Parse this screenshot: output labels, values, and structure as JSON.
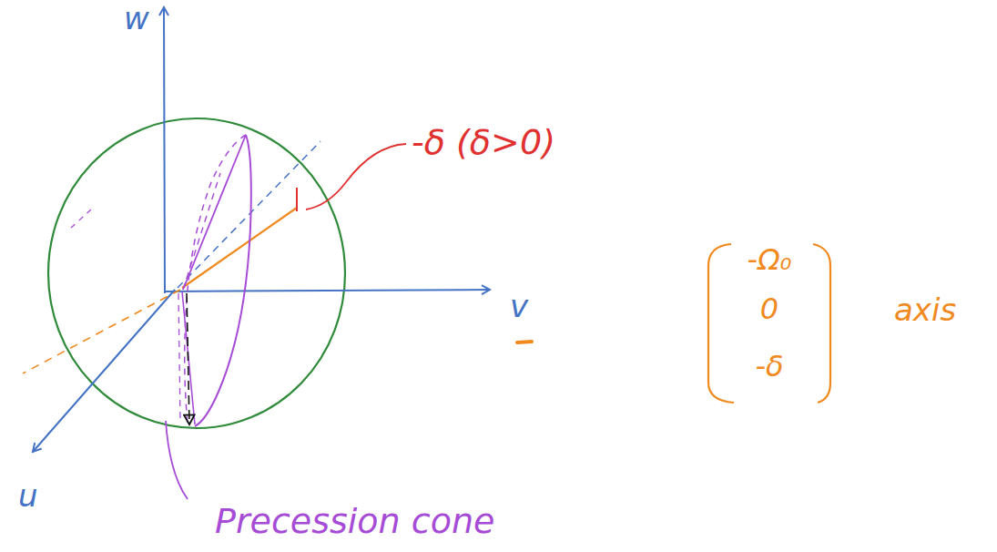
{
  "diagram": {
    "labels": [
      "w",
      "v",
      "u",
      "-δ (δ>0)",
      "-Ω₀",
      "0",
      "-δ",
      "axis",
      "Precession cone"
    ]
  }
}
